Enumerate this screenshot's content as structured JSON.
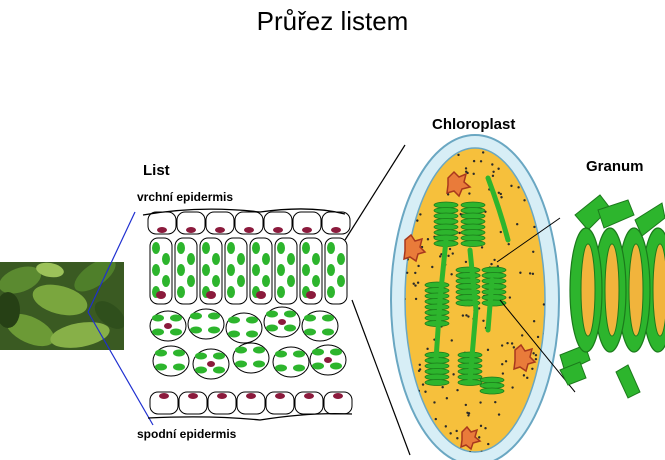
{
  "title": "Průřez listem",
  "labels": {
    "list": "List",
    "upper_epidermis": "vrchní epidermis",
    "lower_epidermis": "spodní epidermis",
    "chloroplast": "Chloroplast",
    "granum": "Granum"
  },
  "colors": {
    "chloroplast_green": "#2db52d",
    "stroma_yellow": "#f6c03c",
    "envelope_blue": "#cde9f2",
    "starch_maroon": "#8b1a3c",
    "granum_orange": "#f1b43c",
    "zoom_line_blue": "#1f2fd0"
  }
}
